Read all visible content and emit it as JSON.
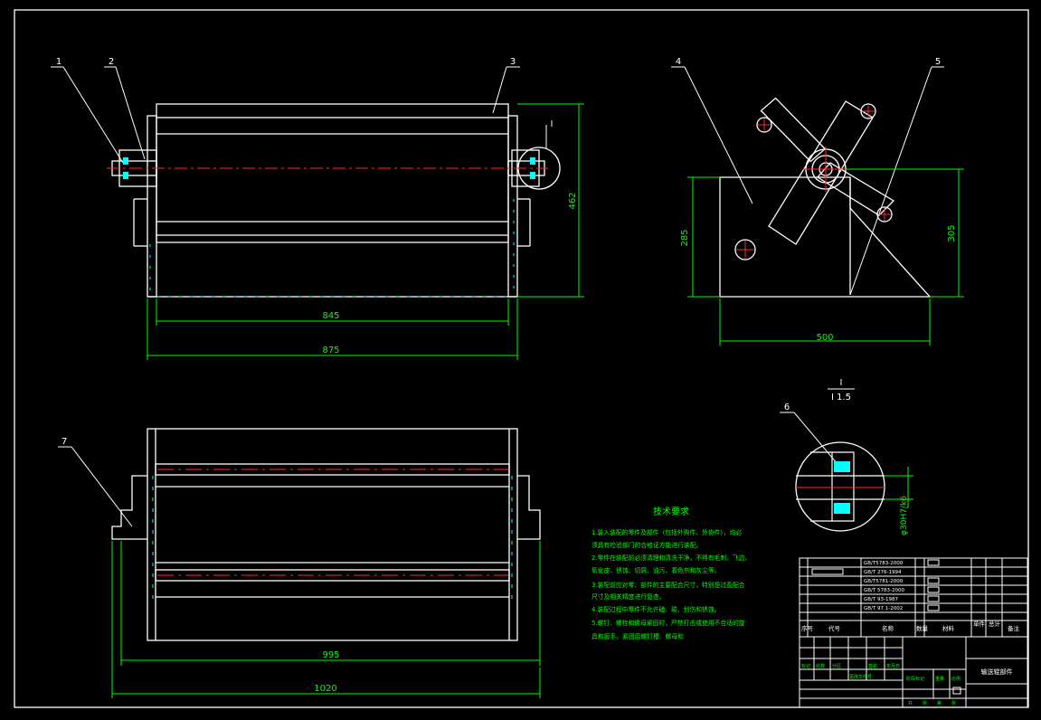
{
  "balloons": [
    "1",
    "2",
    "3",
    "4",
    "5",
    "6",
    "7"
  ],
  "detail": {
    "tag": "I",
    "scale": "I 1.5",
    "callout": "I",
    "fit": "φ30H7/k6"
  },
  "dimensions": {
    "front_height": "462",
    "front_inner_width": "845",
    "front_outer_width": "875",
    "side_height_left": "285",
    "side_height_right": "305",
    "side_width": "500",
    "bottom_inner_width": "995",
    "bottom_outer_width": "1020"
  },
  "tech_requirements": {
    "title": "技术要求",
    "lines": [
      "1.装入装配的零件及部件（包括外购件、外协件），均必",
      "须具有检验部门的合格证方能进行装配。",
      "2.零件在装配前必须清理和清洗干净，不得有毛刺、飞边、",
      "氧化皮、锈蚀、切屑、油污、着色剂和灰尘等。",
      "3.装配前应对零、部件的主要配合尺寸，特别是过盈配合",
      "尺寸及相关精度进行复查。",
      "4.装配过程中零件不允许磕、碰、划伤和锈蚀。",
      "5.螺钉、螺栓和螺母紧固时，严禁打击或使用不合适的旋",
      "具和扳手。紧固后螺钉槽、螺母和"
    ]
  },
  "title_block": {
    "parts_list": [
      "GB/T5783-2000",
      "GB/T 276-1994",
      "GB/T5781-2000",
      "GB/T 5783-2000",
      "GB/T 93-1987",
      "GB/T 97.1-2002"
    ],
    "header_cols": [
      "序号",
      "代号",
      "名称",
      "数量",
      "材料",
      "单件",
      "总计",
      "备注"
    ],
    "drawing_name": "输送辊部件",
    "sign_labels": [
      "标记",
      "处数",
      "分区",
      "更改文件号",
      "签名",
      "年月日"
    ],
    "stage_labels": [
      "阶段标记",
      "重量",
      "比例"
    ],
    "sheet_labels": [
      "共",
      "张",
      "第",
      "张"
    ]
  },
  "colors": {
    "line": "#ffffff",
    "dimension": "#00ff00",
    "center": "#ff2a2a",
    "section": "#00ffff",
    "text": "#00ff00",
    "bg": "#000000"
  }
}
